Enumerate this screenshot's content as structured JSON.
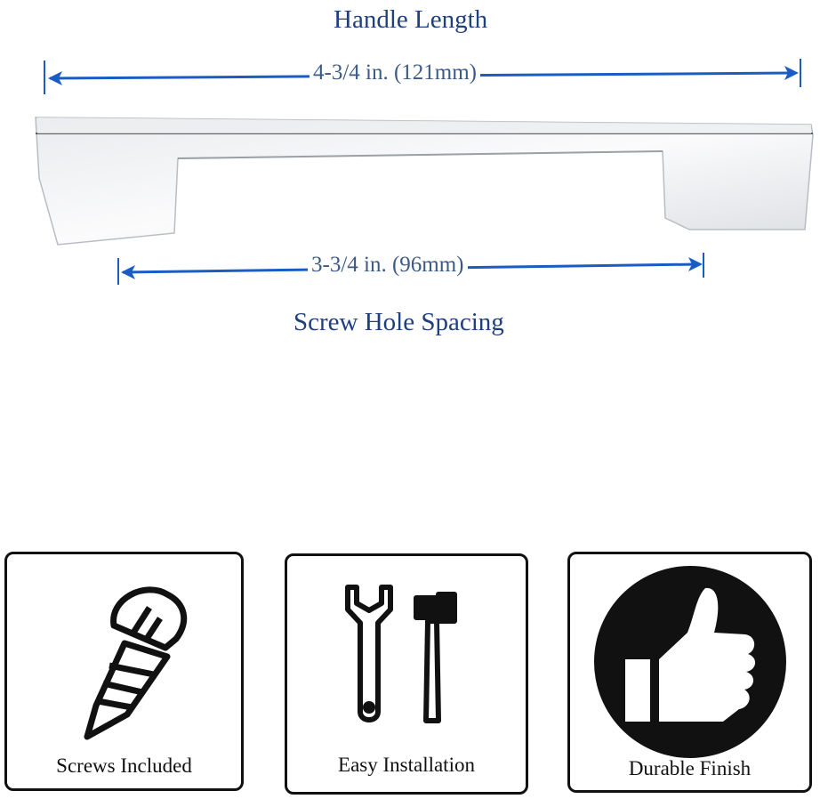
{
  "diagram": {
    "handle_length_title": "Handle Length",
    "handle_length_value": "4-3/4 in. (121mm)",
    "screw_spacing_value": "3-3/4 in. (96mm)",
    "screw_spacing_title": "Screw Hole Spacing"
  },
  "features": [
    {
      "icon": "screw-icon",
      "label": "Screws Included"
    },
    {
      "icon": "wrench-hammer-icon",
      "label": "Easy Installation"
    },
    {
      "icon": "thumbs-up-icon",
      "label": "Durable Finish"
    }
  ],
  "colors": {
    "arrow": "#1a5cc4",
    "title": "#1f3f7e",
    "dimension": "#3b5a86"
  }
}
